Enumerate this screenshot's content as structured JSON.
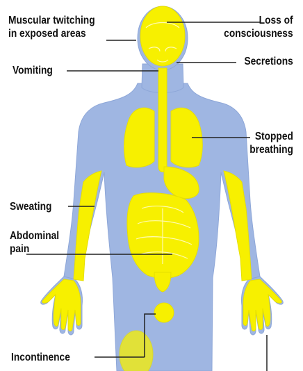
{
  "colors": {
    "skin": "#9fb6e2",
    "skin_edge": "#8ea7d8",
    "organ": "#f7f000",
    "organ_edge": "#e6df00",
    "organ_line": "#fffbb0",
    "leader": "#222222",
    "text": "#111111"
  },
  "labels": {
    "muscular": [
      "Muscular twitching",
      "in exposed areas"
    ],
    "consciousness": [
      "Loss of",
      "consciousness"
    ],
    "secretions": "Secretions",
    "vomiting": "Vomiting",
    "breathing": [
      "Stopped",
      "breathing"
    ],
    "sweating": "Sweating",
    "abdominal": [
      "Abdominal",
      "pain"
    ],
    "incontinence": "Incontinence"
  }
}
